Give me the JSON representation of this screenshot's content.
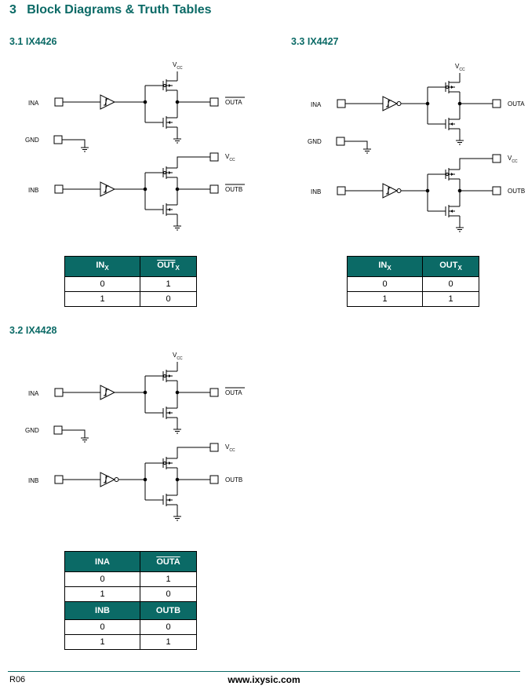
{
  "section": {
    "number": "3",
    "title": "Block Diagrams & Truth Tables"
  },
  "subsections": {
    "s31": {
      "label": "3.1  IX4426"
    },
    "s33": {
      "label": "3.3  IX4427"
    },
    "s32": {
      "label": "3.2  IX4428"
    }
  },
  "pins": {
    "ina": "INA",
    "inb": "INB",
    "gnd": "GND",
    "outa": "OUTA",
    "outb": "OUTB",
    "vcc_v": "V",
    "vcc_sub": "CC"
  },
  "ix4426": {
    "outa_inverted": true,
    "outb_inverted": true,
    "table": {
      "head_in": "IN",
      "head_in_sub": "X",
      "head_out": "OUT",
      "head_out_sub": "X",
      "rows": [
        {
          "in": "0",
          "out": "1"
        },
        {
          "in": "1",
          "out": "0"
        }
      ]
    }
  },
  "ix4427": {
    "outa_inverted": false,
    "outb_inverted": false,
    "table": {
      "head_in": "IN",
      "head_in_sub": "X",
      "head_out": "OUT",
      "head_out_sub": "X",
      "rows": [
        {
          "in": "0",
          "out": "0"
        },
        {
          "in": "1",
          "out": "1"
        }
      ]
    }
  },
  "ix4428": {
    "outa_inverted": true,
    "outb_inverted": false,
    "table": {
      "head_a_in": "INA",
      "head_a_out": "OUTA",
      "rows_a": [
        {
          "in": "0",
          "out": "1"
        },
        {
          "in": "1",
          "out": "0"
        }
      ],
      "head_b_in": "INB",
      "head_b_out": "OUTB",
      "rows_b": [
        {
          "in": "0",
          "out": "0"
        },
        {
          "in": "1",
          "out": "1"
        }
      ]
    }
  },
  "footer": {
    "rev": "R06",
    "url": "www.ixysic.com"
  },
  "colors": {
    "accent": "#0b6a66"
  }
}
